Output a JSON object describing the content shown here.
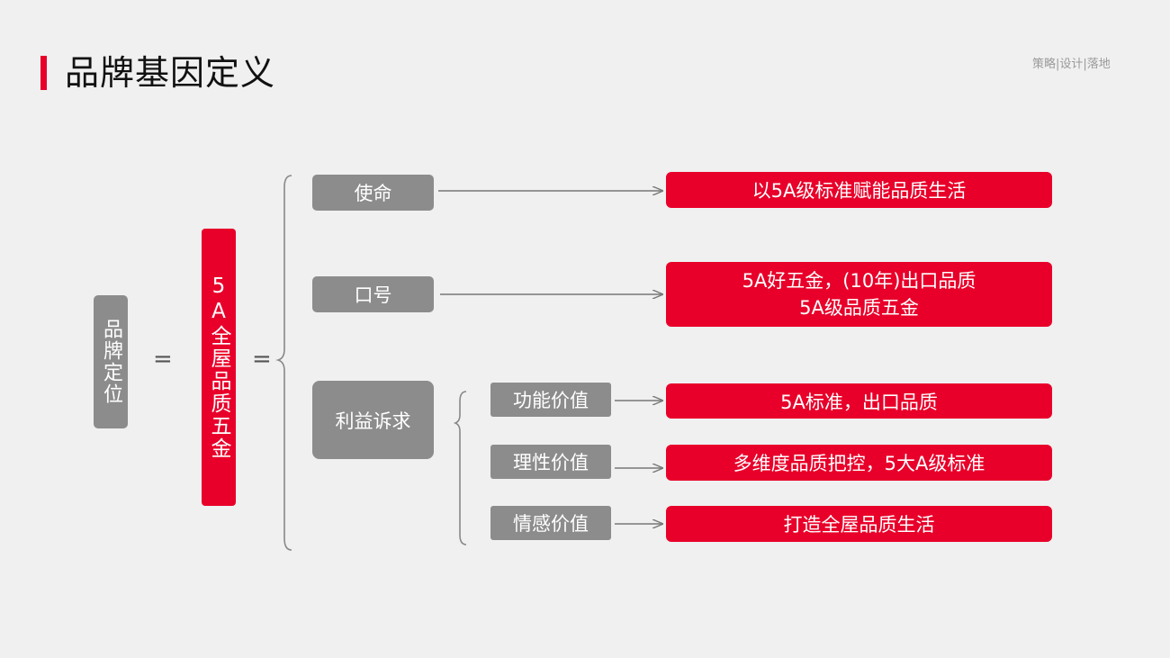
{
  "header": {
    "title": "品牌基因定义",
    "tagline": "策略|设计|落地"
  },
  "left": {
    "brand_position": "品牌定位",
    "equals1": "=",
    "core": "5A全屋品质五金",
    "equals2": "="
  },
  "branches": {
    "mission": {
      "label": "使命",
      "value": "以5A级标准赋能品质生活"
    },
    "slogan": {
      "label": "口号",
      "value_line1": "5A好五金，(10年)出口品质",
      "value_line2": "5A级品质五金"
    },
    "benefit": {
      "label": "利益诉求",
      "items": [
        {
          "label": "功能价值",
          "value": "5A标准，出口品质"
        },
        {
          "label": "理性价值",
          "value": "多维度品质把控，5大A级标准"
        },
        {
          "label": "情感价值",
          "value": "打造全屋品质生活"
        }
      ]
    }
  },
  "colors": {
    "accent": "#e8002a",
    "box_gray": "#8c8c8c",
    "background": "#f0f0f0"
  }
}
